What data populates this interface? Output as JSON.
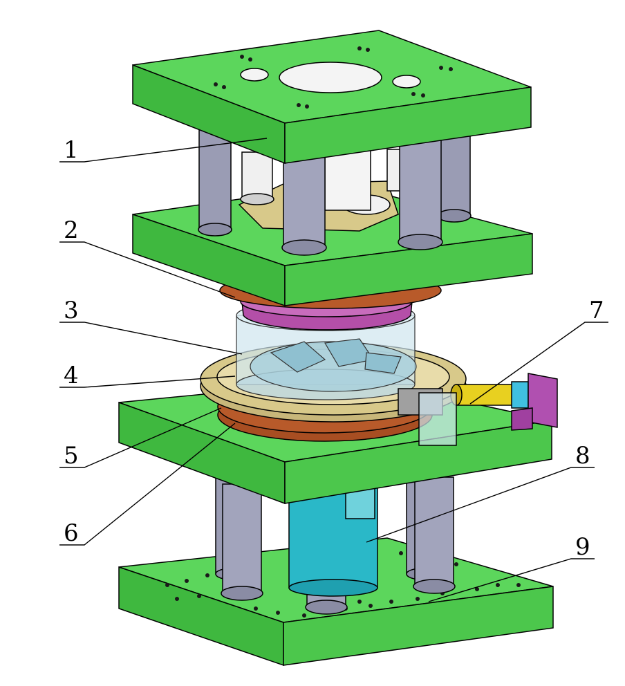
{
  "callouts": [
    {
      "id": "1",
      "label": "1"
    },
    {
      "id": "2",
      "label": "2"
    },
    {
      "id": "3",
      "label": "3"
    },
    {
      "id": "4",
      "label": "4"
    },
    {
      "id": "5",
      "label": "5"
    },
    {
      "id": "6",
      "label": "6"
    },
    {
      "id": "7",
      "label": "7"
    },
    {
      "id": "8",
      "label": "8"
    },
    {
      "id": "9",
      "label": "9"
    }
  ],
  "colors": {
    "plate_top": "#5cd65c",
    "plate_side": "#3fb83f",
    "pillar": "#9a9cb4",
    "cam_ring": "#d8c98a",
    "brown_ring": "#b85a2a",
    "purple_ring": "#b44fa8",
    "transparent_mold": "#cfe6ee",
    "yellow_cylinder": "#e8d020",
    "purple_bracket": "#b050b0",
    "cyan_cylinder": "#2ab8c8",
    "outline": "#000000"
  }
}
